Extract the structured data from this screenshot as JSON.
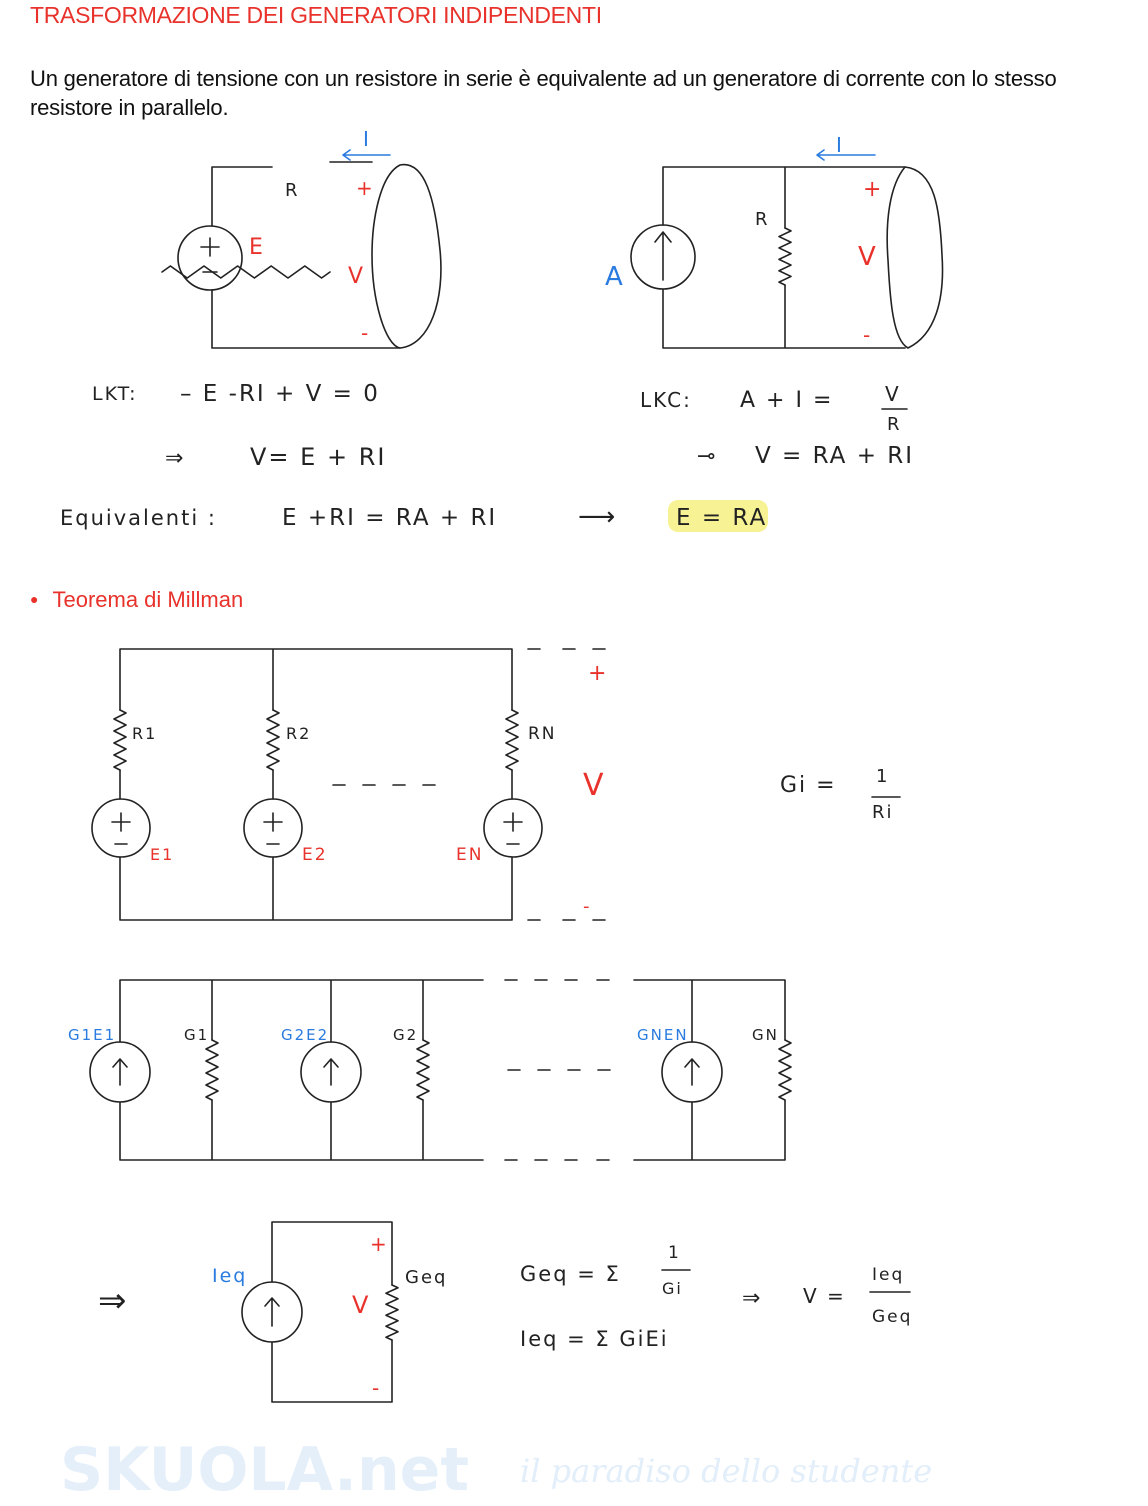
{
  "title": "TRASFORMAZIONE DEI GENERATORI INDIPENDENTI",
  "intro": "Un generatore di tensione con un resistore in serie è equivalente ad un generatore di corrente con lo stesso resistore in parallelo.",
  "watermark": {
    "brand": "SKUOLA.net",
    "tagline": "il paradiso dello studente"
  },
  "circuit1": {
    "R": "R",
    "E": "E",
    "I": "I",
    "plus": "+",
    "minus": "-",
    "V": "V"
  },
  "circuit2": {
    "A": "A",
    "R": "R",
    "I": "I",
    "plus": "+",
    "minus": "-",
    "V": "V"
  },
  "equations": {
    "lkt_label": "LKT:",
    "lkt": "– E -RI + V = 0",
    "lkt_result_arrow": "⇒",
    "lkt_result": "V= E + RI",
    "lkc_label": "LKC:",
    "lkc": "A + I =",
    "lkc_num": "V",
    "lkc_den": "R",
    "lkc_result_arrow": "⊸",
    "lkc_result": "V = RA + RI",
    "equiv_label": "Equivalenti :",
    "equiv": "E +RI = RA + RI",
    "equiv_arrow": "⟶",
    "equiv_result": "E = RA",
    "highlight_color": "#f5f07a"
  },
  "bullet": "Teorema di Millman",
  "millman1": {
    "resistors": [
      "R1",
      "R2",
      "RN"
    ],
    "sources": [
      "E1",
      "E2",
      "EN"
    ],
    "plus": "+",
    "minus": "-",
    "V": "V",
    "gi_def": {
      "lhs": "Gi =",
      "num": "1",
      "den": "Ri"
    }
  },
  "millman2": {
    "sources": [
      "G1E1",
      "G2E2",
      "GNEN"
    ],
    "conductances": [
      "G1",
      "G2",
      "GN"
    ]
  },
  "millman3": {
    "arrow": "⇒",
    "Ieq": "Ieq",
    "Geq": "Geq",
    "plus": "+",
    "minus": "-",
    "V": "V",
    "geq_formula": {
      "lhs": "Geq = Σ",
      "num": "1",
      "den": "Gi"
    },
    "ieq_formula": "Ieq = Σ GiEi",
    "v_formula": {
      "arrow": "⇒",
      "lhs": "V =",
      "num": "Ieq",
      "den": "Geq"
    }
  }
}
